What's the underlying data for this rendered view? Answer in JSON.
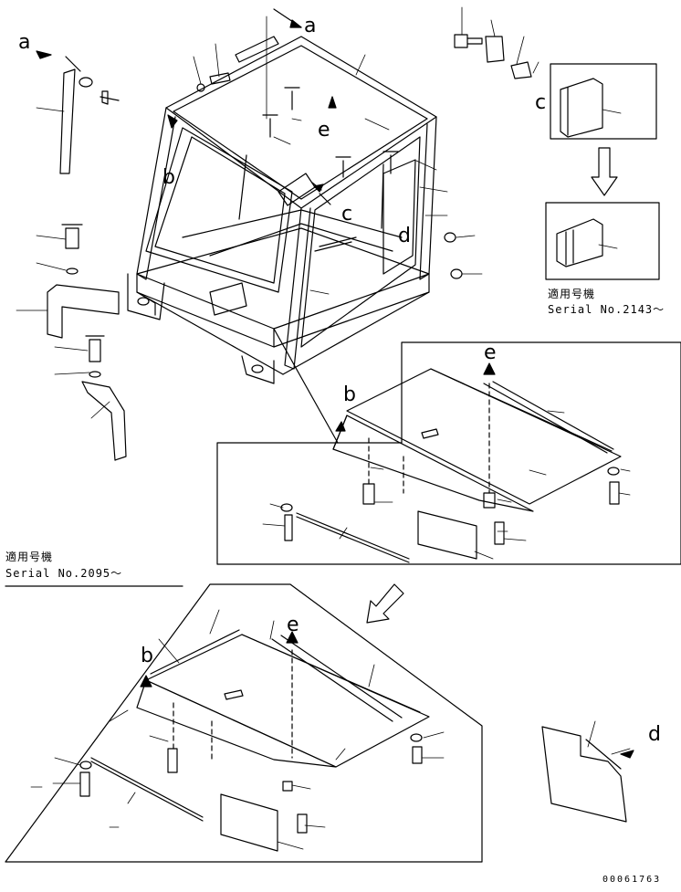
{
  "diagram": {
    "callouts": {
      "a_top": "a",
      "a_left": "a",
      "b_cab": "b",
      "b_mid": "b",
      "b_bottom": "b",
      "c_inset": "c",
      "c_cab": "c",
      "d_cab": "d",
      "d_bottom": "d",
      "e_cab": "e",
      "e_mid": "e",
      "e_bottom": "e"
    },
    "serial_2143": {
      "applicability": "適用号機",
      "serial": "Serial No.2143～"
    },
    "serial_2095": {
      "applicability": "適用号機",
      "serial": "Serial No.2095～"
    },
    "document_number": "00061763"
  }
}
